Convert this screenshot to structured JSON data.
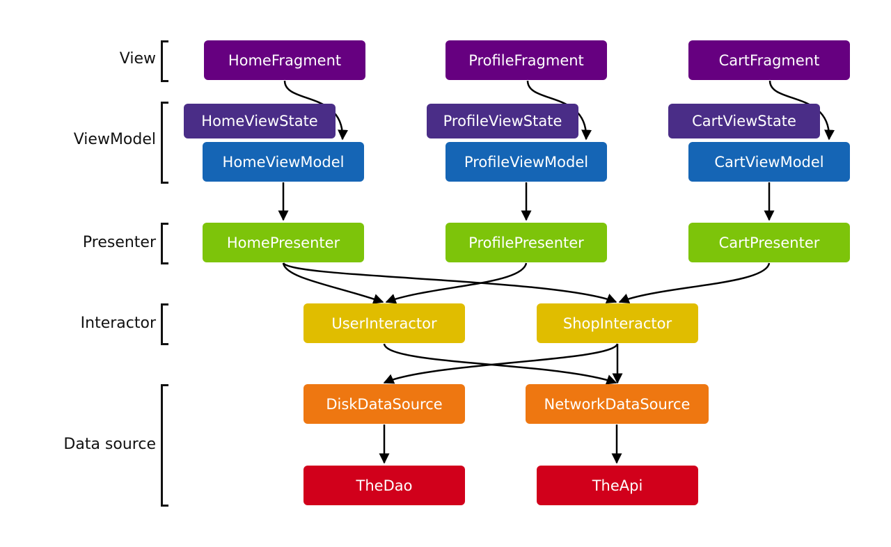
{
  "layers": [
    {
      "id": "view",
      "label": "View"
    },
    {
      "id": "viewmodel",
      "label": "ViewModel"
    },
    {
      "id": "presenter",
      "label": "Presenter"
    },
    {
      "id": "interactor",
      "label": "Interactor"
    },
    {
      "id": "datasource",
      "label": "Data source"
    }
  ],
  "colors": {
    "fragment": "#660080",
    "viewstate": "#4a2d87",
    "viewmodel": "#1565b5",
    "presenter": "#7dc40a",
    "interactor": "#e0bd00",
    "datasource": "#ee7711",
    "backend": "#d1001b",
    "edge": "#000000"
  },
  "nodes": {
    "home_fragment": "HomeFragment",
    "profile_fragment": "ProfileFragment",
    "cart_fragment": "CartFragment",
    "home_viewstate": "HomeViewState",
    "profile_viewstate": "ProfileViewState",
    "cart_viewstate": "CartViewState",
    "home_viewmodel": "HomeViewModel",
    "profile_viewmodel": "ProfileViewModel",
    "cart_viewmodel": "CartViewModel",
    "home_presenter": "HomePresenter",
    "profile_presenter": "ProfilePresenter",
    "cart_presenter": "CartPresenter",
    "user_interactor": "UserInteractor",
    "shop_interactor": "ShopInteractor",
    "disk_datasource": "DiskDataSource",
    "network_datasource": "NetworkDataSource",
    "the_dao": "TheDao",
    "the_api": "TheApi"
  },
  "edges": [
    [
      "HomeFragment",
      "HomeViewModel"
    ],
    [
      "ProfileFragment",
      "ProfileViewModel"
    ],
    [
      "CartFragment",
      "CartViewModel"
    ],
    [
      "HomeViewModel",
      "HomePresenter"
    ],
    [
      "ProfileViewModel",
      "ProfilePresenter"
    ],
    [
      "CartViewModel",
      "CartPresenter"
    ],
    [
      "HomePresenter",
      "UserInteractor"
    ],
    [
      "HomePresenter",
      "ShopInteractor"
    ],
    [
      "ProfilePresenter",
      "UserInteractor"
    ],
    [
      "CartPresenter",
      "ShopInteractor"
    ],
    [
      "UserInteractor",
      "NetworkDataSource"
    ],
    [
      "ShopInteractor",
      "DiskDataSource"
    ],
    [
      "ShopInteractor",
      "NetworkDataSource"
    ],
    [
      "DiskDataSource",
      "TheDao"
    ],
    [
      "NetworkDataSource",
      "TheApi"
    ]
  ]
}
